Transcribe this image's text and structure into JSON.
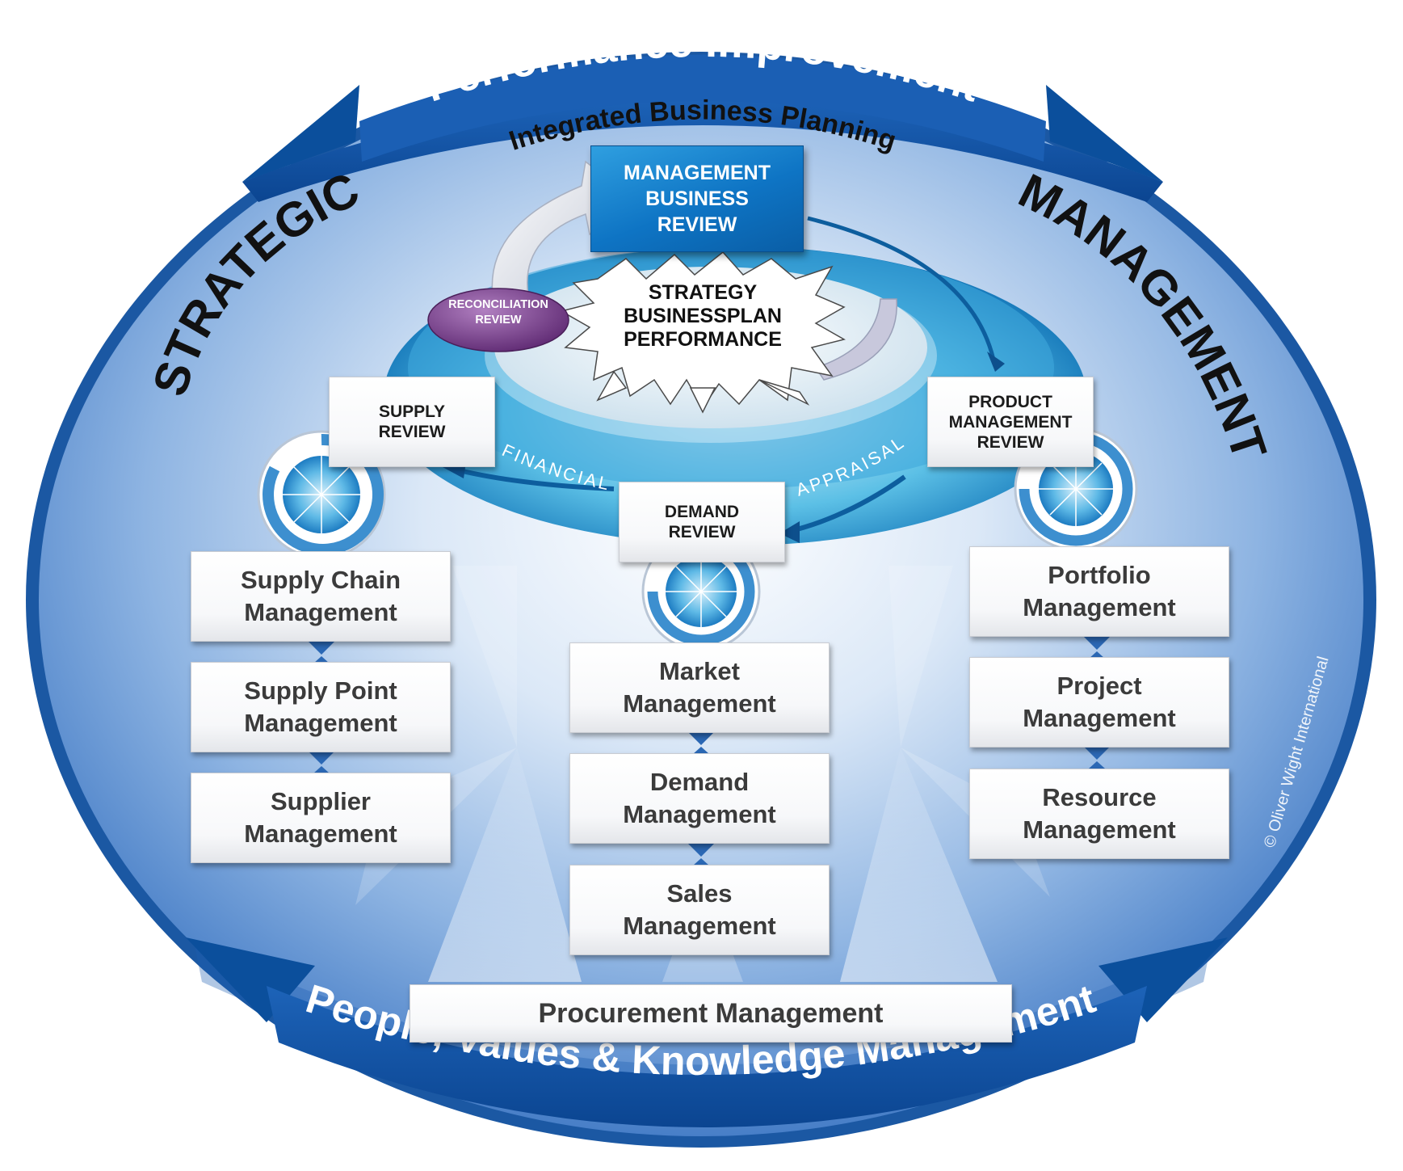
{
  "arcs": {
    "top": "Performance Improvement",
    "bottom": "People, Values & Knowledge Management",
    "ibp": "Integrated Business Planning",
    "strategic": "STRATEGIC",
    "management": "MANAGEMENT",
    "financial": "FINANCIAL",
    "appraisal": "APPRAISAL"
  },
  "core": {
    "management_business_review": "MANAGEMENT\nBUSINESS\nREVIEW",
    "strategy": "STRATEGY\nBUSINESSPLAN\nPERFORMANCE",
    "reconciliation_review": "RECONCILIATION\nREVIEW"
  },
  "reviews": {
    "supply": "SUPPLY\nREVIEW",
    "demand": "DEMAND\nREVIEW",
    "product": "PRODUCT\nMANAGEMENT\nREVIEW"
  },
  "supply_column": [
    "Supply Chain\nManagement",
    "Supply Point\nManagement",
    "Supplier\nManagement"
  ],
  "demand_column": [
    "Market\nManagement",
    "Demand\nManagement",
    "Sales\nManagement"
  ],
  "product_column": [
    "Portfolio\nManagement",
    "Project\nManagement",
    "Resource\nManagement"
  ],
  "procurement": "Procurement Management",
  "copyright": "© Oliver Wight International",
  "colors": {
    "dark_blue": "#0b4f9c",
    "mid_blue": "#2a6fc0",
    "light_blue": "#cfe2f6",
    "purple": "#7a3d8a"
  }
}
